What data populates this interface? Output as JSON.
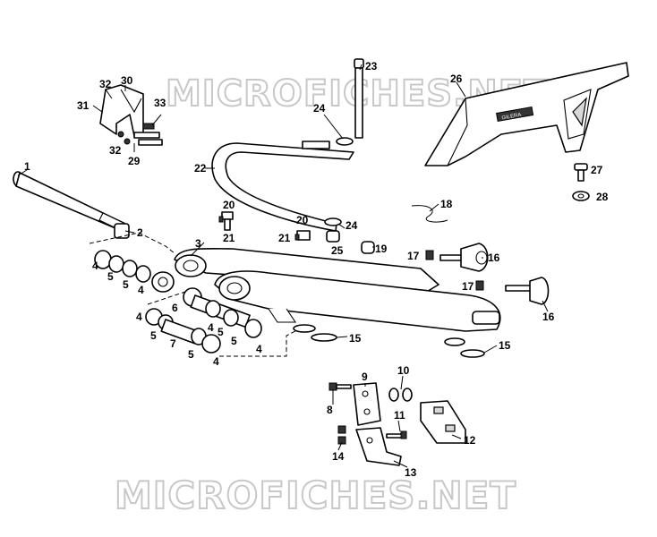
{
  "watermark": {
    "text": "MICROFICHES.NET",
    "color": "#c8c8c8"
  },
  "brand_sticker": "GILERA",
  "part_numbers": [
    "1",
    "2",
    "3",
    "4",
    "4",
    "4",
    "4",
    "4",
    "4",
    "5",
    "5",
    "5",
    "5",
    "5",
    "5",
    "6",
    "7",
    "8",
    "9",
    "10",
    "11",
    "12",
    "13",
    "14",
    "15",
    "15",
    "16",
    "16",
    "17",
    "17",
    "18",
    "19",
    "20",
    "20",
    "21",
    "21",
    "22",
    "23",
    "24",
    "24",
    "25",
    "26",
    "27",
    "28",
    "29",
    "30",
    "31",
    "32",
    "32",
    "33"
  ]
}
